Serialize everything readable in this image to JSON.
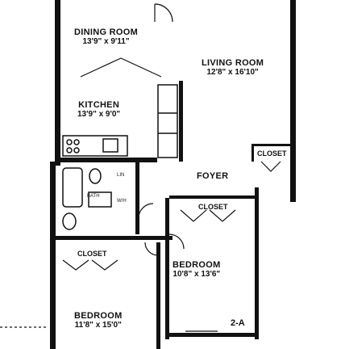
{
  "rooms": {
    "dining": {
      "name": "DINING ROOM",
      "dim": "13'9\" x 9'11\""
    },
    "living": {
      "name": "LIVING ROOM",
      "dim": "12'8\" x 16'10\""
    },
    "kitchen": {
      "name": "KITCHEN",
      "dim": "13'9\" x 9'0\""
    },
    "foyer": {
      "name": "FOYER"
    },
    "bedroom1": {
      "name": "BEDROOM",
      "dim": "10'8\" x 13'6\""
    },
    "bedroom2": {
      "name": "BEDROOM",
      "dim": "11'8\" x 15'0\""
    }
  },
  "closets": {
    "foyer": "CLOSET",
    "hall": "CLOSET",
    "bedroom": "CLOSET"
  },
  "small_labels": {
    "bath": "BATH",
    "linen": "LIN",
    "wh": "W/H"
  },
  "unit_label": "2-A",
  "colors": {
    "wall": "#111111",
    "paper": "#ffffff"
  }
}
